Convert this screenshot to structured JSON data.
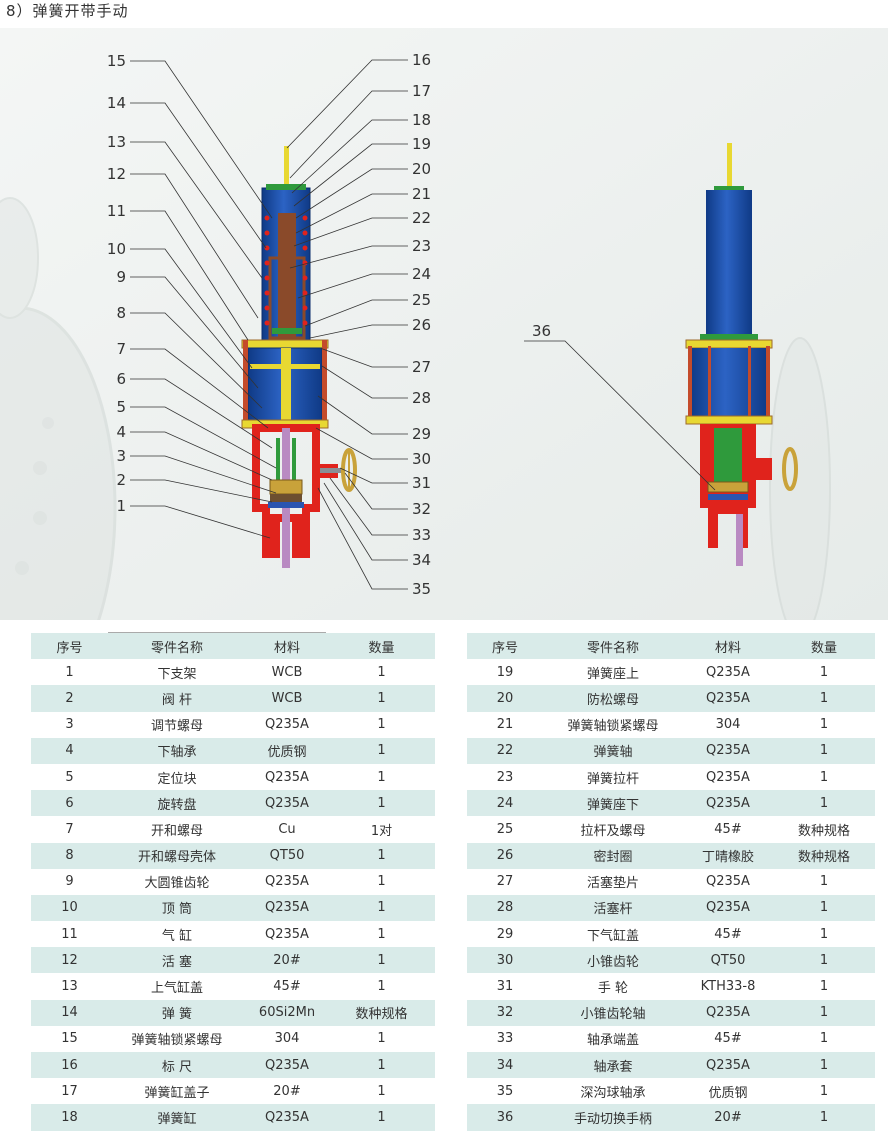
{
  "page_title": "8）弹簧开带手动",
  "colors": {
    "tint": "#d9ebe9",
    "blue": "#1a4fa8",
    "red": "#e0231c",
    "yellow": "#e8d832",
    "green": "#2f9a3c",
    "brown": "#8a4a2a",
    "purple": "#b98ac2"
  },
  "callouts_left": [
    "15",
    "14",
    "13",
    "12",
    "11",
    "10",
    "9",
    "8",
    "7",
    "6",
    "5",
    "4",
    "3",
    "2",
    "1"
  ],
  "callouts_right": [
    "16",
    "17",
    "18",
    "19",
    "20",
    "21",
    "22",
    "23",
    "24",
    "25",
    "26",
    "27",
    "28",
    "29",
    "30",
    "31",
    "32",
    "33",
    "34",
    "35"
  ],
  "callout_36": "36",
  "table_headers": {
    "no": "序号",
    "name": "零件名称",
    "material": "材料",
    "qty": "数量"
  },
  "parts_left": [
    {
      "no": "1",
      "name": "下支架",
      "material": "WCB",
      "qty": "1"
    },
    {
      "no": "2",
      "name": "阀 杆",
      "material": "WCB",
      "qty": "1"
    },
    {
      "no": "3",
      "name": "调节螺母",
      "material": "Q235A",
      "qty": "1"
    },
    {
      "no": "4",
      "name": "下轴承",
      "material": "优质钢",
      "qty": "1"
    },
    {
      "no": "5",
      "name": "定位块",
      "material": "Q235A",
      "qty": "1"
    },
    {
      "no": "6",
      "name": "旋转盘",
      "material": "Q235A",
      "qty": "1"
    },
    {
      "no": "7",
      "name": "开和螺母",
      "material": "Cu",
      "qty": "1对"
    },
    {
      "no": "8",
      "name": "开和螺母壳体",
      "material": "QT50",
      "qty": "1"
    },
    {
      "no": "9",
      "name": "大圆锥齿轮",
      "material": "Q235A",
      "qty": "1"
    },
    {
      "no": "10",
      "name": "顶 筒",
      "material": "Q235A",
      "qty": "1"
    },
    {
      "no": "11",
      "name": "气 缸",
      "material": "Q235A",
      "qty": "1"
    },
    {
      "no": "12",
      "name": "活 塞",
      "material": "20#",
      "qty": "1"
    },
    {
      "no": "13",
      "name": "上气缸盖",
      "material": "45#",
      "qty": "1"
    },
    {
      "no": "14",
      "name": "弹 簧",
      "material": "60Si2Mn",
      "qty": "数种规格"
    },
    {
      "no": "15",
      "name": "弹簧轴锁紧螺母",
      "material": "304",
      "qty": "1"
    },
    {
      "no": "16",
      "name": "标 尺",
      "material": "Q235A",
      "qty": "1"
    },
    {
      "no": "17",
      "name": "弹簧缸盖子",
      "material": "20#",
      "qty": "1"
    },
    {
      "no": "18",
      "name": "弹簧缸",
      "material": "Q235A",
      "qty": "1"
    }
  ],
  "parts_right": [
    {
      "no": "19",
      "name": "弹簧座上",
      "material": "Q235A",
      "qty": "1"
    },
    {
      "no": "20",
      "name": "防松螺母",
      "material": "Q235A",
      "qty": "1"
    },
    {
      "no": "21",
      "name": "弹簧轴锁紧螺母",
      "material": "304",
      "qty": "1"
    },
    {
      "no": "22",
      "name": "弹簧轴",
      "material": "Q235A",
      "qty": "1"
    },
    {
      "no": "23",
      "name": "弹簧拉杆",
      "material": "Q235A",
      "qty": "1"
    },
    {
      "no": "24",
      "name": "弹簧座下",
      "material": "Q235A",
      "qty": "1"
    },
    {
      "no": "25",
      "name": "拉杆及螺母",
      "material": "45#",
      "qty": "数种规格"
    },
    {
      "no": "26",
      "name": "密封圈",
      "material": "丁晴橡胶",
      "qty": "数种规格"
    },
    {
      "no": "27",
      "name": "活塞垫片",
      "material": "Q235A",
      "qty": "1"
    },
    {
      "no": "28",
      "name": "活塞杆",
      "material": "Q235A",
      "qty": "1"
    },
    {
      "no": "29",
      "name": "下气缸盖",
      "material": "45#",
      "qty": "1"
    },
    {
      "no": "30",
      "name": "小锥齿轮",
      "material": "QT50",
      "qty": "1"
    },
    {
      "no": "31",
      "name": "手 轮",
      "material": "KTH33-8",
      "qty": "1"
    },
    {
      "no": "32",
      "name": "小锥齿轮轴",
      "material": "Q235A",
      "qty": "1"
    },
    {
      "no": "33",
      "name": "轴承端盖",
      "material": "45#",
      "qty": "1"
    },
    {
      "no": "34",
      "name": "轴承套",
      "material": "Q235A",
      "qty": "1"
    },
    {
      "no": "35",
      "name": "深沟球轴承",
      "material": "优质钢",
      "qty": "1"
    },
    {
      "no": "36",
      "name": "手动切换手柄",
      "material": "20#",
      "qty": "1"
    }
  ]
}
